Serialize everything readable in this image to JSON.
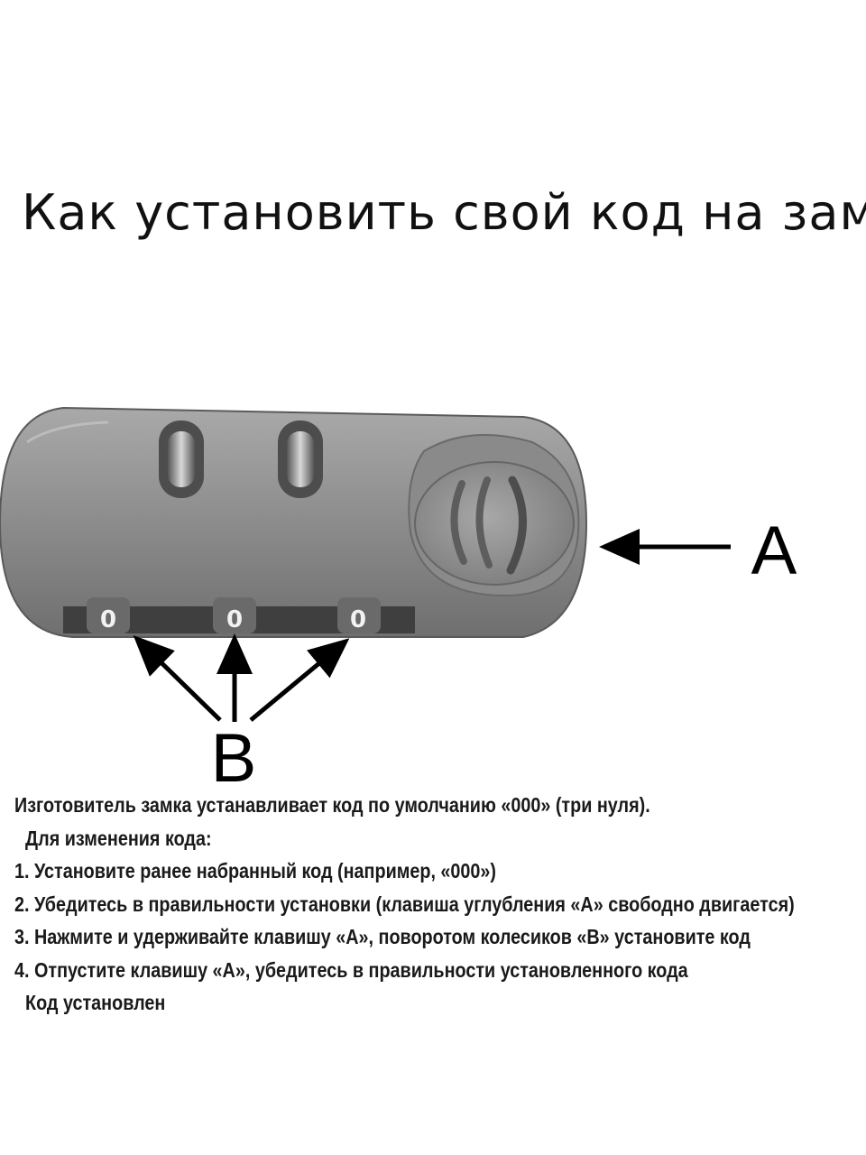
{
  "title": "Как установить свой код на замке",
  "labels": {
    "a": "A",
    "b": "B",
    "dial_digit": "0"
  },
  "instructions": {
    "intro": "Изготовитель замка устанавливает код по умолчанию «000» (три нуля).",
    "subheading": "Для изменения кода:",
    "steps": [
      "1. Установите ранее набранный код (например, «000»)",
      "2. Убедитесь в правильности установки (клавиша углубления «А» свободно двигается)",
      "3. Нажмите и удерживайте клавишу «А», поворотом колесиков «В» установите код",
      "4. Отпустите клавишу «А», убедитесь в правильности установленного кода"
    ],
    "outro": "Код установлен"
  }
}
